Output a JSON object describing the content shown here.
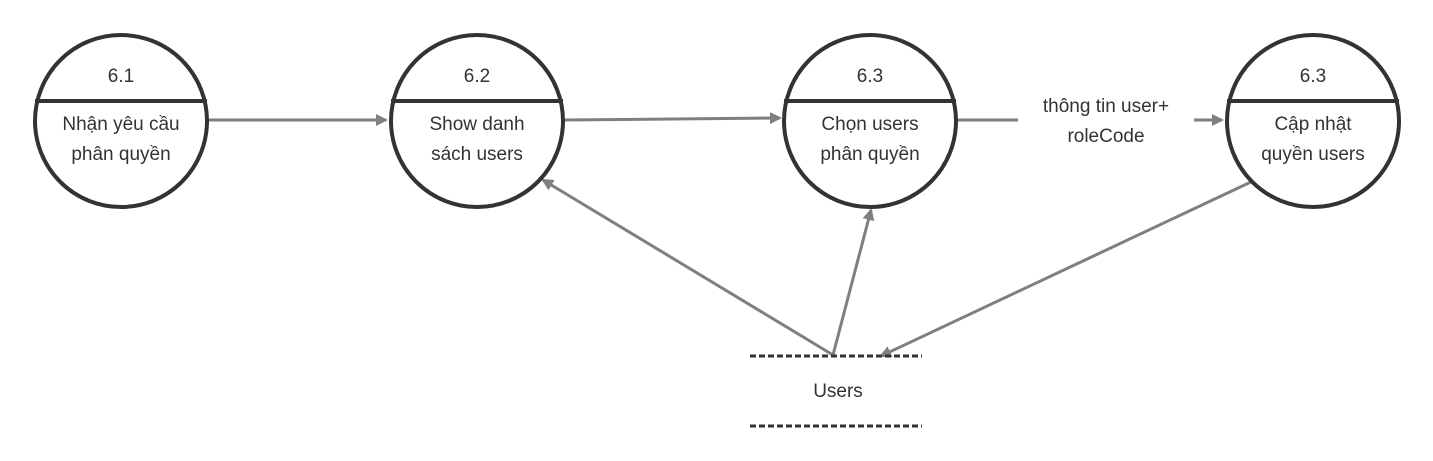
{
  "processes": [
    {
      "id": "6.1",
      "lines": [
        "Nhận yêu cầu",
        "phân quyền"
      ]
    },
    {
      "id": "6.2",
      "lines": [
        "Show danh",
        "sách users"
      ]
    },
    {
      "id": "6.3",
      "lines": [
        "Chọn users",
        "phân quyền"
      ]
    },
    {
      "id": "6.3",
      "lines": [
        "Cập nhật",
        "quyền users"
      ]
    }
  ],
  "data_store": {
    "label": "Users"
  },
  "flows": [
    {
      "from": "process-1",
      "to": "process-2",
      "label_lines": []
    },
    {
      "from": "process-2",
      "to": "process-3",
      "label_lines": []
    },
    {
      "from": "process-3",
      "to": "process-4",
      "label_lines": [
        "thông tin user+",
        "roleCode"
      ]
    },
    {
      "from": "data-store",
      "to": "process-2",
      "label_lines": []
    },
    {
      "from": "data-store",
      "to": "process-3",
      "label_lines": []
    },
    {
      "from": "process-4",
      "to": "data-store",
      "label_lines": []
    }
  ],
  "colors": {
    "outline": "#333333",
    "arrow": "#7f7f7f",
    "background": "#ffffff"
  }
}
